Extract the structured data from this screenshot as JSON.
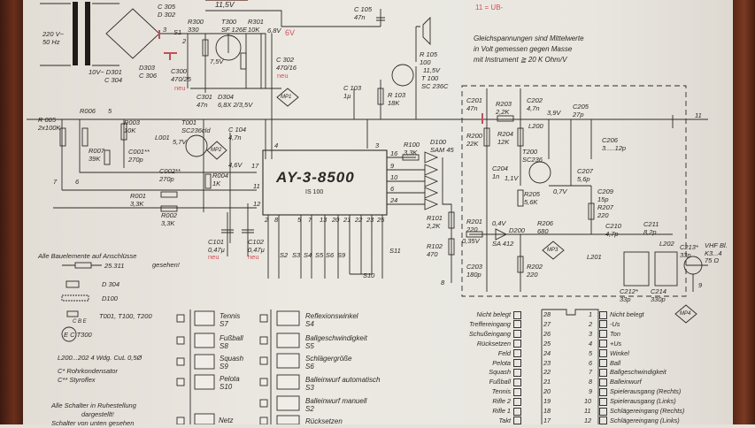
{
  "header": {
    "supply_top": "11,5V",
    "ub_note": "11 = UB-"
  },
  "notes": {
    "dc_line1": "Gleichspannungen  sind Mittelwerte",
    "dc_line2": "in Volt gemessen  gegen Masse",
    "dc_line3": "mit Instrument ≧ 20 K Ohm/V",
    "view_line1": "Alle Bauelemente auf Anschlüsse",
    "view_line2": "gesehen!",
    "res_code": "25.311",
    "d304": "D 304",
    "d100": "D100",
    "transistors": "T001, T100, T200",
    "cbe": "C B E",
    "t300": "E  C T300",
    "coil": "L200...202  4 Wdg. CuL 0,5Ø",
    "cstar": "C* Rohrkondensator",
    "cstar2": "C** Styroflex",
    "switch1": "Alle Schalter in Ruhestellung",
    "switch2": "dargestellt!",
    "switch3": "Schalter von unten gesehen"
  },
  "power": {
    "mains": [
      "220 V~",
      "50 Hz"
    ],
    "c305": [
      "C 305",
      "D 302"
    ],
    "s1": [
      "3",
      "S1",
      "2"
    ],
    "r300": [
      "R300",
      "330"
    ],
    "t300": [
      "T300",
      "SF 126E"
    ],
    "r301": [
      "R301",
      "10K"
    ],
    "v68": "6,8V",
    "v6": "6V",
    "c105": [
      "C 105",
      "47n"
    ],
    "v75": "7,5V",
    "d301": [
      "10V~  D301",
      "C 304"
    ],
    "d303": [
      "D303",
      "C 306"
    ],
    "c300": [
      "C300",
      "470/25"
    ],
    "c300_neu": "neu",
    "c302": [
      "C 302",
      "470/16"
    ],
    "c302_neu": "neu",
    "c301": [
      "C301",
      "47n"
    ],
    "d304": [
      "D304",
      "6,8X 2/3,5V"
    ],
    "mp1": "MP1"
  },
  "amp": {
    "r105": [
      "R 105",
      "100"
    ],
    "v115": "11,5V",
    "t100": [
      "T 100",
      "SC 236C"
    ],
    "c103": [
      "C 103",
      "1µ"
    ],
    "r103": [
      "R 103",
      "18K"
    ]
  },
  "input": {
    "r005": [
      "R 005",
      "2x100K"
    ],
    "r006": "R006",
    "p5": "5",
    "r003": [
      "R003",
      "10K"
    ],
    "t001": [
      "T001",
      "SC236cld"
    ],
    "l001": "L001",
    "v57": "5,7V",
    "c104": [
      "C 104",
      "4,7n"
    ],
    "r007": [
      "R007",
      "39K"
    ],
    "c001": [
      "C001**",
      "270p"
    ],
    "mp2": "MP2",
    "v46": "4,6V",
    "c002": [
      "C002**",
      "270p"
    ],
    "r004": [
      "R004",
      "1K"
    ],
    "p7": "7",
    "p6": "6",
    "r001": [
      "R001",
      "3,3K"
    ],
    "r002": [
      "R002",
      "3,3K"
    ]
  },
  "chip": {
    "name": "AY-3-8500",
    "sub": "IS 100",
    "top_pins": [
      "4",
      "3"
    ],
    "left_pins": [
      "17",
      "11",
      "12"
    ],
    "right_pins": [
      "16",
      "9",
      "10",
      "6",
      "24"
    ],
    "bottom_pins": [
      "2",
      "8",
      "5",
      "7",
      "13",
      "20",
      "21",
      "22",
      "23",
      "25"
    ]
  },
  "output": {
    "r100": [
      "R100",
      "3,3K"
    ],
    "d100": [
      "D100",
      "SAM 45"
    ],
    "r101": [
      "R101",
      "2,2K"
    ],
    "r102": [
      "R102",
      "470"
    ],
    "c101": [
      "C101",
      "0,47µ"
    ],
    "c101_neu": "neu",
    "c102": [
      "C102",
      "0,47µ"
    ],
    "c102_neu": "neu",
    "s11": "S11",
    "s10": "S10",
    "p8": "8",
    "p11": "11",
    "switches": [
      "S2",
      "S3",
      "S4",
      "S5",
      "S6",
      "S9"
    ]
  },
  "rf": {
    "c201": [
      "C201",
      "47n"
    ],
    "r203": [
      "R203",
      "2,2K"
    ],
    "c202": [
      "C202",
      "4,7n"
    ],
    "v39": "3,9V",
    "c205": [
      "C205",
      "27p"
    ],
    "l200": "L200",
    "r200": [
      "R200",
      "22K"
    ],
    "r204": [
      "R204",
      "12K"
    ],
    "c206": [
      "C206",
      "3.....12p"
    ],
    "t200": [
      "T200",
      "SC236"
    ],
    "c204": [
      "C204",
      "1n"
    ],
    "v11": "1,1V",
    "c207": [
      "C207",
      "5,6p"
    ],
    "r205": [
      "R205",
      "5,6K"
    ],
    "v07": "0,7V",
    "c209": [
      "C209",
      "15p"
    ],
    "r207": [
      "R207",
      "220"
    ],
    "r201": [
      "R201",
      "220"
    ],
    "v04": "0,4V",
    "d200": "D200",
    "r206": [
      "R206",
      "680"
    ],
    "v035": "0,35V",
    "sa412": "SA 412",
    "mp3": "MP3",
    "c210": [
      "C210",
      "4,7p"
    ],
    "c211": [
      "C211",
      "8,2p"
    ],
    "l202": "L202",
    "c213": [
      "C213*",
      "33p"
    ],
    "vhf": [
      "VHF Bl.",
      "K3...4",
      "75 Ω"
    ],
    "l201": "L201",
    "c203": [
      "C203",
      "180p"
    ],
    "r202": [
      "R202",
      "220"
    ],
    "c212": [
      "C212*",
      "33p"
    ],
    "c214": [
      "C214",
      "330p"
    ],
    "p9": "9",
    "mp4": "MP4"
  },
  "switch_list": {
    "left": [
      {
        "name": "Tennis",
        "id": "S7"
      },
      {
        "name": "Fußball",
        "id": "S8"
      },
      {
        "name": "Squash",
        "id": "S9"
      },
      {
        "name": "Pelota",
        "id": "S10"
      },
      {
        "name": "Netz",
        "id": ""
      }
    ],
    "right": [
      {
        "name": "Reflexionswinkel",
        "id": "S4"
      },
      {
        "name": "Ballgeschwindigkeit",
        "id": "S5"
      },
      {
        "name": "Schlägergröße",
        "id": "S6"
      },
      {
        "name": "Balleinwurf automatisch",
        "id": "S3"
      },
      {
        "name": "Balleinwurf manuell",
        "id": "S2"
      },
      {
        "name": "Rücksetzen",
        "id": ""
      }
    ]
  },
  "pinout": {
    "left": [
      {
        "label": "Nicht belegt",
        "pin": "28"
      },
      {
        "label": "Treffereingang",
        "pin": "27"
      },
      {
        "label": "Schußeingang",
        "pin": "26"
      },
      {
        "label": "Rücksetzen",
        "pin": "25"
      },
      {
        "label": "Feld",
        "pin": "24"
      },
      {
        "label": "Pelota",
        "pin": "23"
      },
      {
        "label": "Squash",
        "pin": "22"
      },
      {
        "label": "Fußball",
        "pin": "21"
      },
      {
        "label": "Tennis",
        "pin": "20"
      },
      {
        "label": "Rifle 2",
        "pin": "19"
      },
      {
        "label": "Rifle 1",
        "pin": "18"
      },
      {
        "label": "Takt",
        "pin": "17"
      }
    ],
    "right": [
      {
        "pin": "1",
        "label": "Nicht belegt"
      },
      {
        "pin": "2",
        "label": "-Us"
      },
      {
        "pin": "3",
        "label": "Ton"
      },
      {
        "pin": "4",
        "label": "+Us"
      },
      {
        "pin": "5",
        "label": "Winkel"
      },
      {
        "pin": "6",
        "label": "Ball"
      },
      {
        "pin": "7",
        "label": "Ballgeschwindigkeit"
      },
      {
        "pin": "8",
        "label": "Balleinwurf"
      },
      {
        "pin": "9",
        "label": "Spielerausgang (Rechts)"
      },
      {
        "pin": "10",
        "label": "Spielerausgang (Links)"
      },
      {
        "pin": "11",
        "label": "Schlägereingang (Rechts)"
      },
      {
        "pin": "12",
        "label": "Schlägereingang (Links)"
      }
    ]
  }
}
